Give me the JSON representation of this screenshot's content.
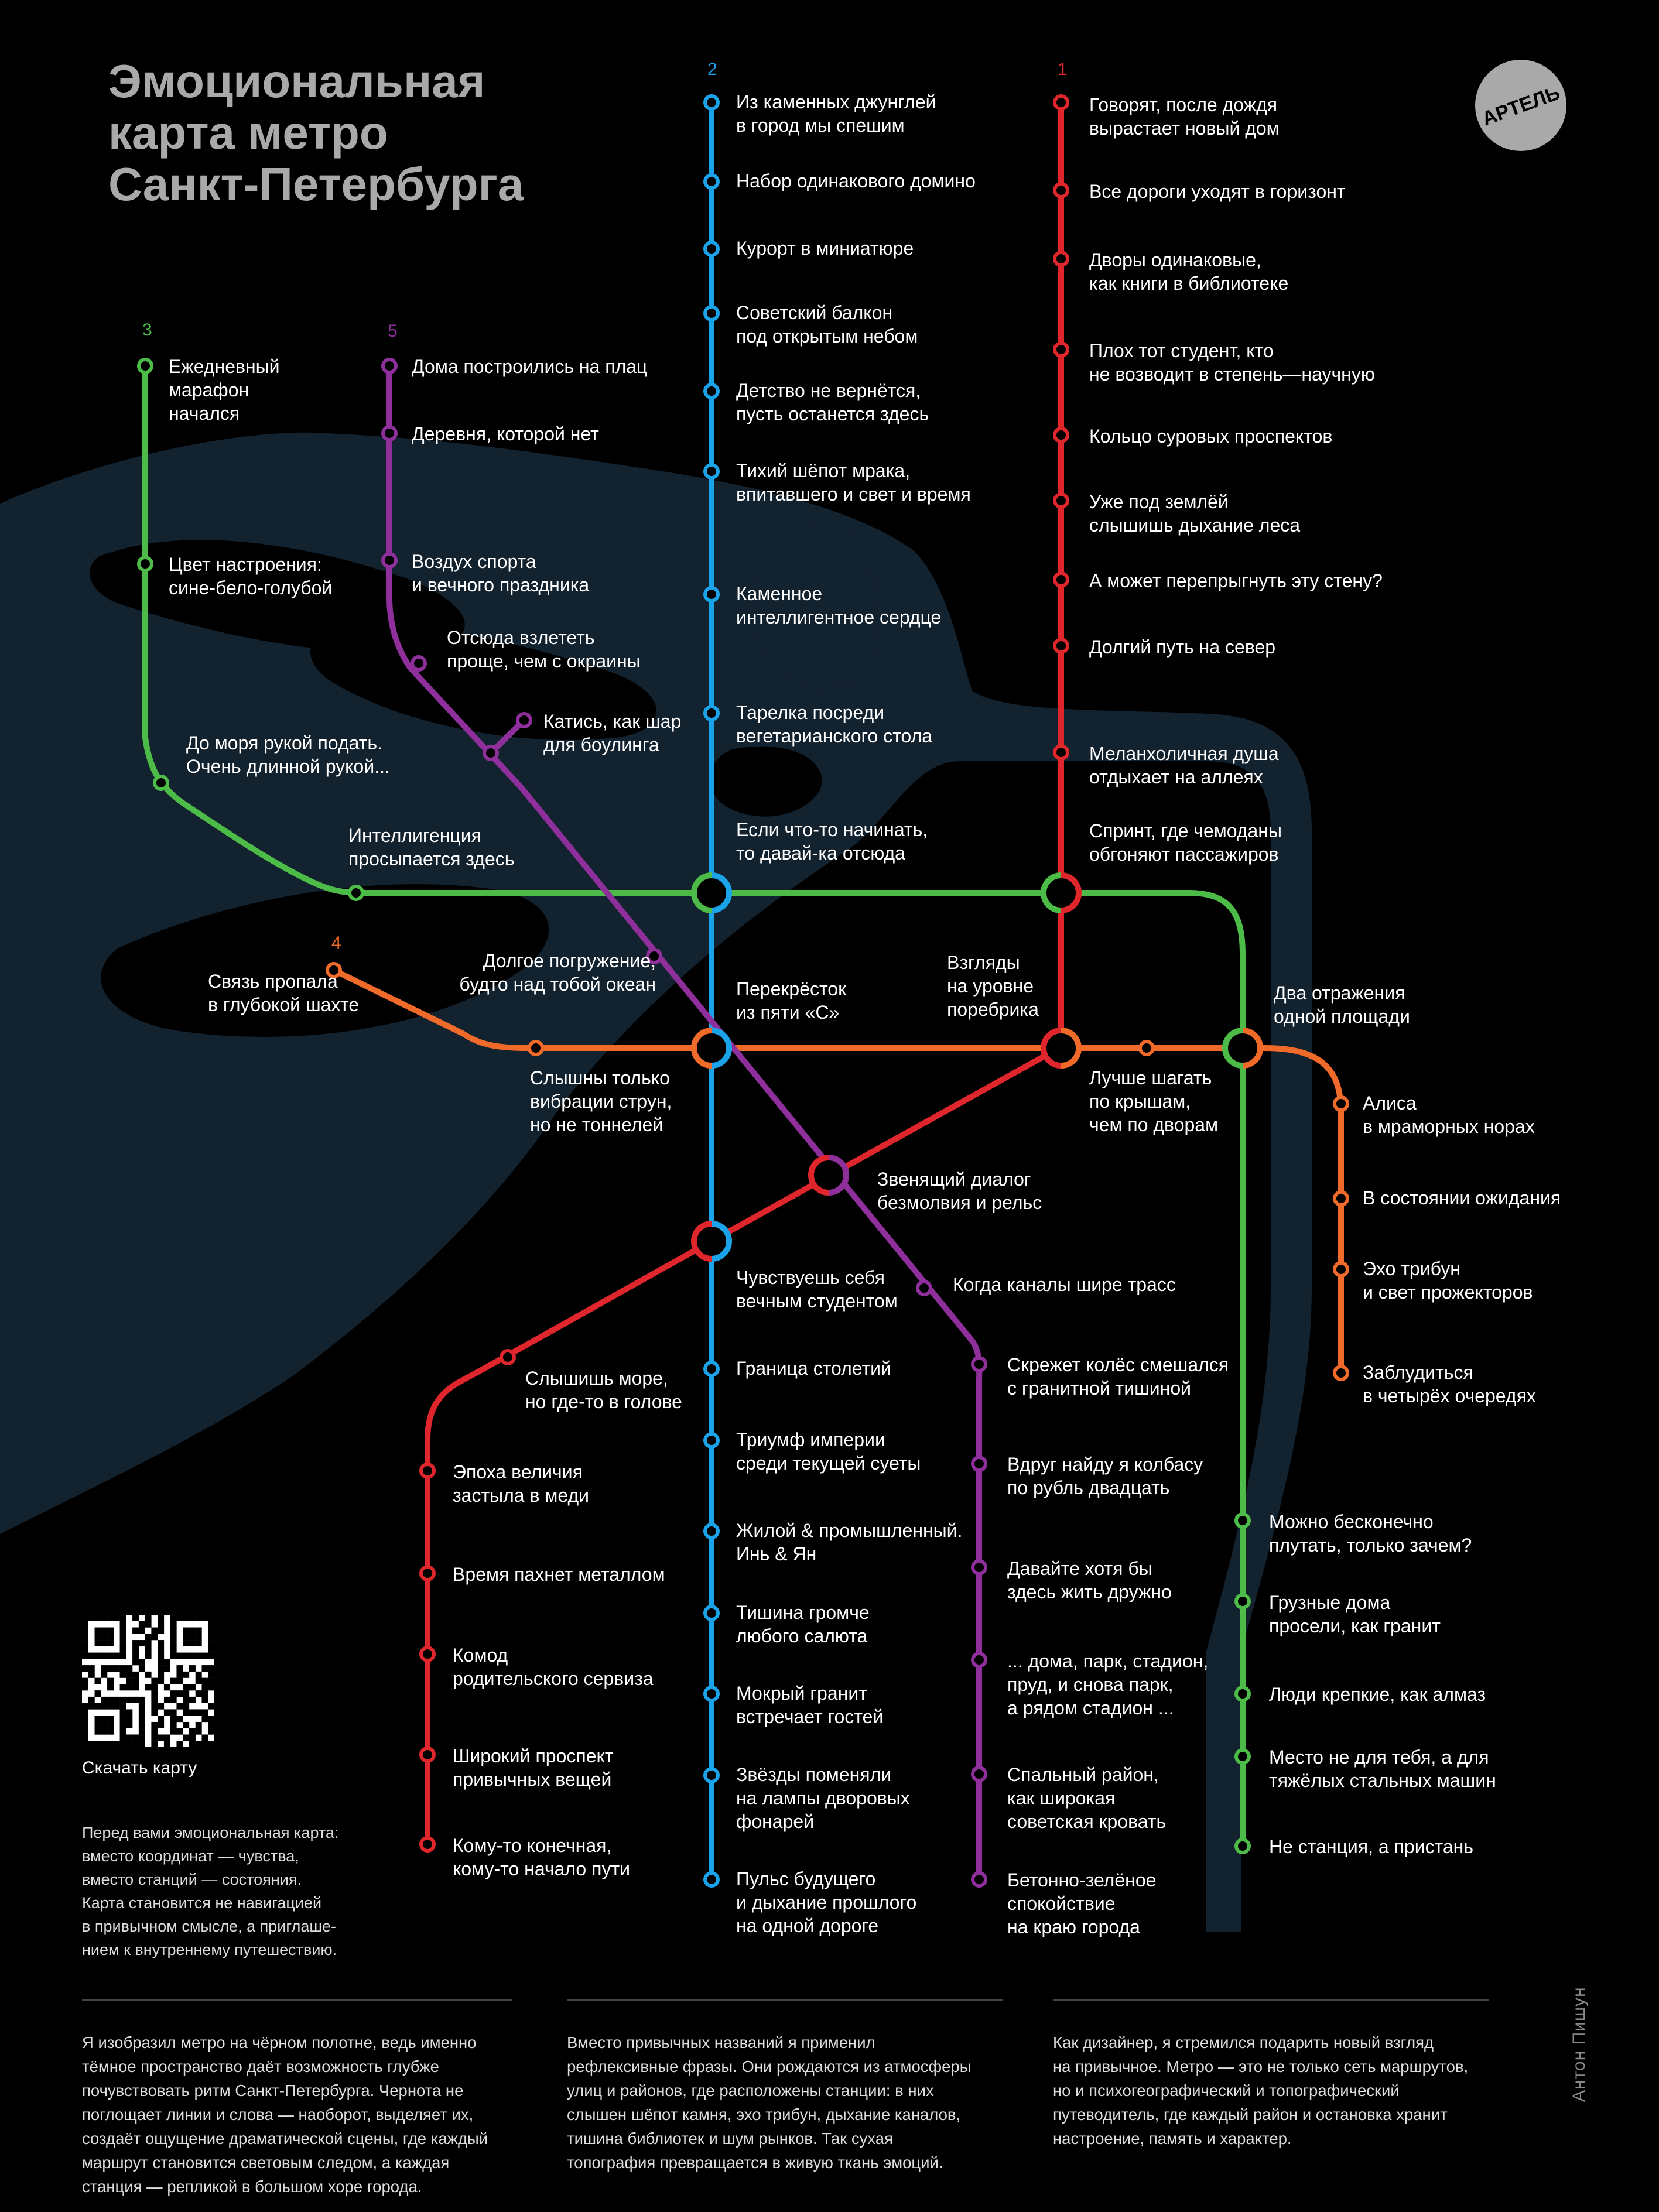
{
  "title": [
    "Эмоциональная",
    "карта метро",
    "Санкт-Петербурга"
  ],
  "logo": {
    "text": "АРТЕЛЬ",
    "icon": "logo-icon"
  },
  "colors": {
    "line1": "#e0262d",
    "line2": "#1aa3e8",
    "line3": "#4cbb47",
    "line4": "#f06a2a",
    "line5": "#8e2f9c",
    "river": "#13222f"
  },
  "line_numbers": {
    "l1": "1",
    "l2": "2",
    "l3": "3",
    "l4": "4",
    "l5": "5"
  },
  "stations": {
    "l2_1": [
      "Из каменных джунглей",
      "в город мы спешим"
    ],
    "l2_2": [
      "Набор одинакового домино"
    ],
    "l2_3": [
      "Курорт в миниатюре"
    ],
    "l2_4": [
      "Советский балкон",
      "под открытым небом"
    ],
    "l2_5": [
      "Детство не вернётся,",
      "пусть останется здесь"
    ],
    "l2_6": [
      "Тихий шёпот мрака,",
      "впитавшего и свет и время"
    ],
    "l2_7": [
      "Каменное",
      "интеллигентное сердце"
    ],
    "l2_8": [
      "Тарелка посреди",
      "вегетарианского стола"
    ],
    "l2_9": [
      "Если что-то начинать,",
      "то давай-ка отсюда"
    ],
    "l2_10": [
      "Перекрёсток",
      "из пяти «С»"
    ],
    "l2_11": [
      "Чувствуешь себя",
      "вечным студентом"
    ],
    "l2_12": [
      "Граница столетий"
    ],
    "l2_13": [
      "Триумф империи",
      "среди текущей суеты"
    ],
    "l2_14": [
      "Жилой & промышленный.",
      "Инь & Ян"
    ],
    "l2_15": [
      "Тишина громче",
      "любого салюта"
    ],
    "l2_16": [
      "Мокрый гранит",
      "встречает гостей"
    ],
    "l2_17": [
      "Звёзды поменяли",
      "на лампы дворовых",
      "фонарей"
    ],
    "l2_18": [
      "Пульс будущего",
      "и дыхание прошлого",
      "на одной дороге"
    ],
    "l1_1": [
      "Говорят, после дождя",
      "вырастает новый дом"
    ],
    "l1_2": [
      "Все дороги уходят в горизонт"
    ],
    "l1_3": [
      "Дворы одинаковые,",
      "как книги в библиотеке"
    ],
    "l1_4": [
      "Плох тот студент, кто",
      "не возводит в степень—научную"
    ],
    "l1_5": [
      "Кольцо суровых проспектов"
    ],
    "l1_6": [
      "Уже под землёй",
      "слышишь дыхание леса"
    ],
    "l1_7": [
      "А может перепрыгнуть эту стену?"
    ],
    "l1_8": [
      "Долгий путь на север"
    ],
    "l1_9": [
      "Меланхоличная душа",
      "отдыхает на аллеях"
    ],
    "l1_10": [
      "Спринт, где чемоданы",
      "обгоняют пассажиров"
    ],
    "l1_11": [
      "Взгляды",
      "на уровне",
      "поребрика"
    ],
    "l1_12": [
      "Звенящий диалог",
      "безмолвия и рельс"
    ],
    "l1_13": [
      "Слышишь море,",
      "но где-то в голове"
    ],
    "l1_14": [
      "Эпоха величия",
      "застыла в меди"
    ],
    "l1_15": [
      "Время пахнет металлом"
    ],
    "l1_16": [
      "Комод",
      "родительского сервиза"
    ],
    "l1_17": [
      "Широкий проспект",
      "привычных вещей"
    ],
    "l1_18": [
      "Кому-то конечная,",
      "кому-то начало пути"
    ],
    "l3_1": [
      "Ежедневный",
      "марафон",
      "начался"
    ],
    "l3_2": [
      "Цвет настроения:",
      "сине-бело-голубой"
    ],
    "l3_3": [
      "До моря рукой подать.",
      "Очень длинной рукой..."
    ],
    "l3_4": [
      "Интеллигенция",
      "просыпается здесь"
    ],
    "l3_5": [
      "Два отражения",
      "одной площади"
    ],
    "l3_6": [
      "Можно бесконечно",
      "плутать, только зачем?"
    ],
    "l3_7": [
      "Грузные дома",
      "просели, как гранит"
    ],
    "l3_8": [
      "Люди крепкие, как алмаз"
    ],
    "l3_9": [
      "Место не для тебя, а для",
      "тяжёлых стальных машин"
    ],
    "l3_10": [
      "Не станция, а пристань"
    ],
    "l5_1": [
      "Дома построились на плац"
    ],
    "l5_2": [
      "Деревня, которой нет"
    ],
    "l5_3": [
      "Воздух спорта",
      "и вечного праздника"
    ],
    "l5_4": [
      "Отсюда взлететь",
      "проще, чем с окраины"
    ],
    "l5_5": [
      "Катись, как шар",
      "для боулинга"
    ],
    "l5_6": [
      "Долгое погружение,",
      "будто над тобой океан"
    ],
    "l5_7": [
      "Когда каналы шире трасс"
    ],
    "l5_8": [
      "Скрежет колёс смешался",
      "с гранитной тишиной"
    ],
    "l5_9": [
      "Вдруг найду я колбасу",
      "по рубль двадцать"
    ],
    "l5_10": [
      "Давайте хотя бы",
      "здесь жить дружно"
    ],
    "l5_11": [
      "... дома, парк, стадион,",
      "пруд, и снова парк,",
      "а рядом стадион ..."
    ],
    "l5_12": [
      "Спальный район,",
      "как широкая",
      "советская кровать"
    ],
    "l5_13": [
      "Бетонно-зелёное",
      "спокойствие",
      "на краю города"
    ],
    "l4_1": [
      "Связь пропала",
      "в глубокой шахте"
    ],
    "l4_2": [
      "Слышны только",
      "вибрации струн,",
      "но не тоннелей"
    ],
    "l4_3": [
      "Лучше шагать",
      "по крышам,",
      "чем по дворам"
    ],
    "l4_4": [
      "Алиса",
      "в мраморных норах"
    ],
    "l4_5": [
      "В состоянии ожидания"
    ],
    "l4_6": [
      "Эхо трибун",
      "и свет прожекторов"
    ],
    "l4_7": [
      "Заблудиться",
      "в четырёх очередях"
    ]
  },
  "qr": {
    "label": "Скачать карту",
    "icon": "qr-code-icon"
  },
  "intro": [
    "Перед вами эмоциональная карта:",
    "вместо координат — чувства,",
    "вместо станций — состояния.",
    "Карта становится не навигацией",
    "в привычном смысле, а приглаше-",
    "нием к внутреннему путешествию."
  ],
  "footer": {
    "col1": [
      "Я изобразил метро на чёрном полотне, ведь именно",
      "тёмное пространство даёт возможность глубже",
      "почувствовать ритм Санкт-Петербурга. Чернота не",
      "поглощает линии и слова — наоборот, выделяет их,",
      "создаёт ощущение драматической сцены, где каждый",
      "маршрут становится световым следом, а каждая",
      "станция — репликой в большом хоре города."
    ],
    "col2": [
      "Вместо привычных названий я применил",
      "рефлексивные фразы. Они рождаются из атмосферы",
      "улиц и районов, где расположены станции: в них",
      "слышен шёпот камня, эхо трибун, дыхание каналов,",
      "тишина библиотек и шум рынков. Так сухая",
      "топография превращается в живую ткань эмоций."
    ],
    "col3": [
      "Как дизайнер, я стремился подарить новый взгляд",
      "на привычное. Метро — это не только сеть маршрутов,",
      "но и психогеографический и топографический",
      "путеводитель, где каждый район и остановка хранит",
      "настроение, память и характер."
    ]
  },
  "author": "Антон Пишун"
}
